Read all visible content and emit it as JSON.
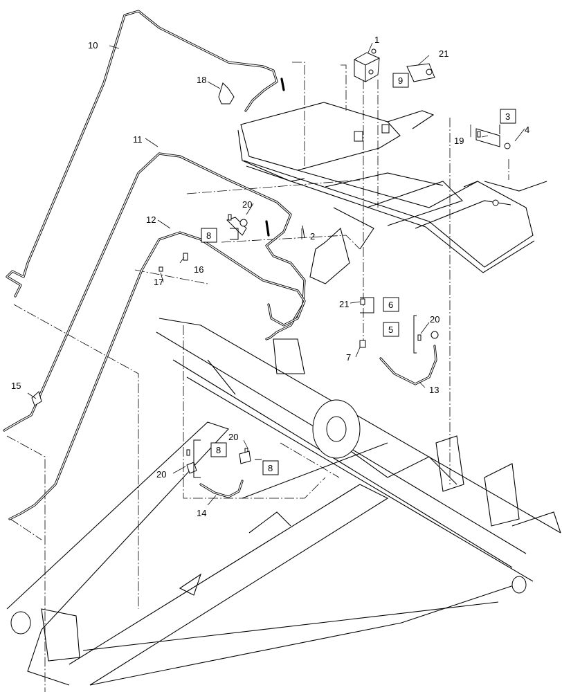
{
  "callouts": {
    "c1": "1",
    "c2": "2",
    "c3": "3",
    "c4": "4",
    "c5": "5",
    "c6": "6",
    "c7": "7",
    "c8a": "8",
    "c8b": "8",
    "c8c": "8",
    "c9": "9",
    "c10": "10",
    "c11": "11",
    "c12": "12",
    "c13": "13",
    "c14": "14",
    "c15": "15",
    "c16": "16",
    "c17": "17",
    "c18": "18",
    "c19": "19",
    "c20a": "20",
    "c20b": "20",
    "c20c": "20",
    "c20d": "20",
    "c21a": "21",
    "c21b": "21"
  }
}
